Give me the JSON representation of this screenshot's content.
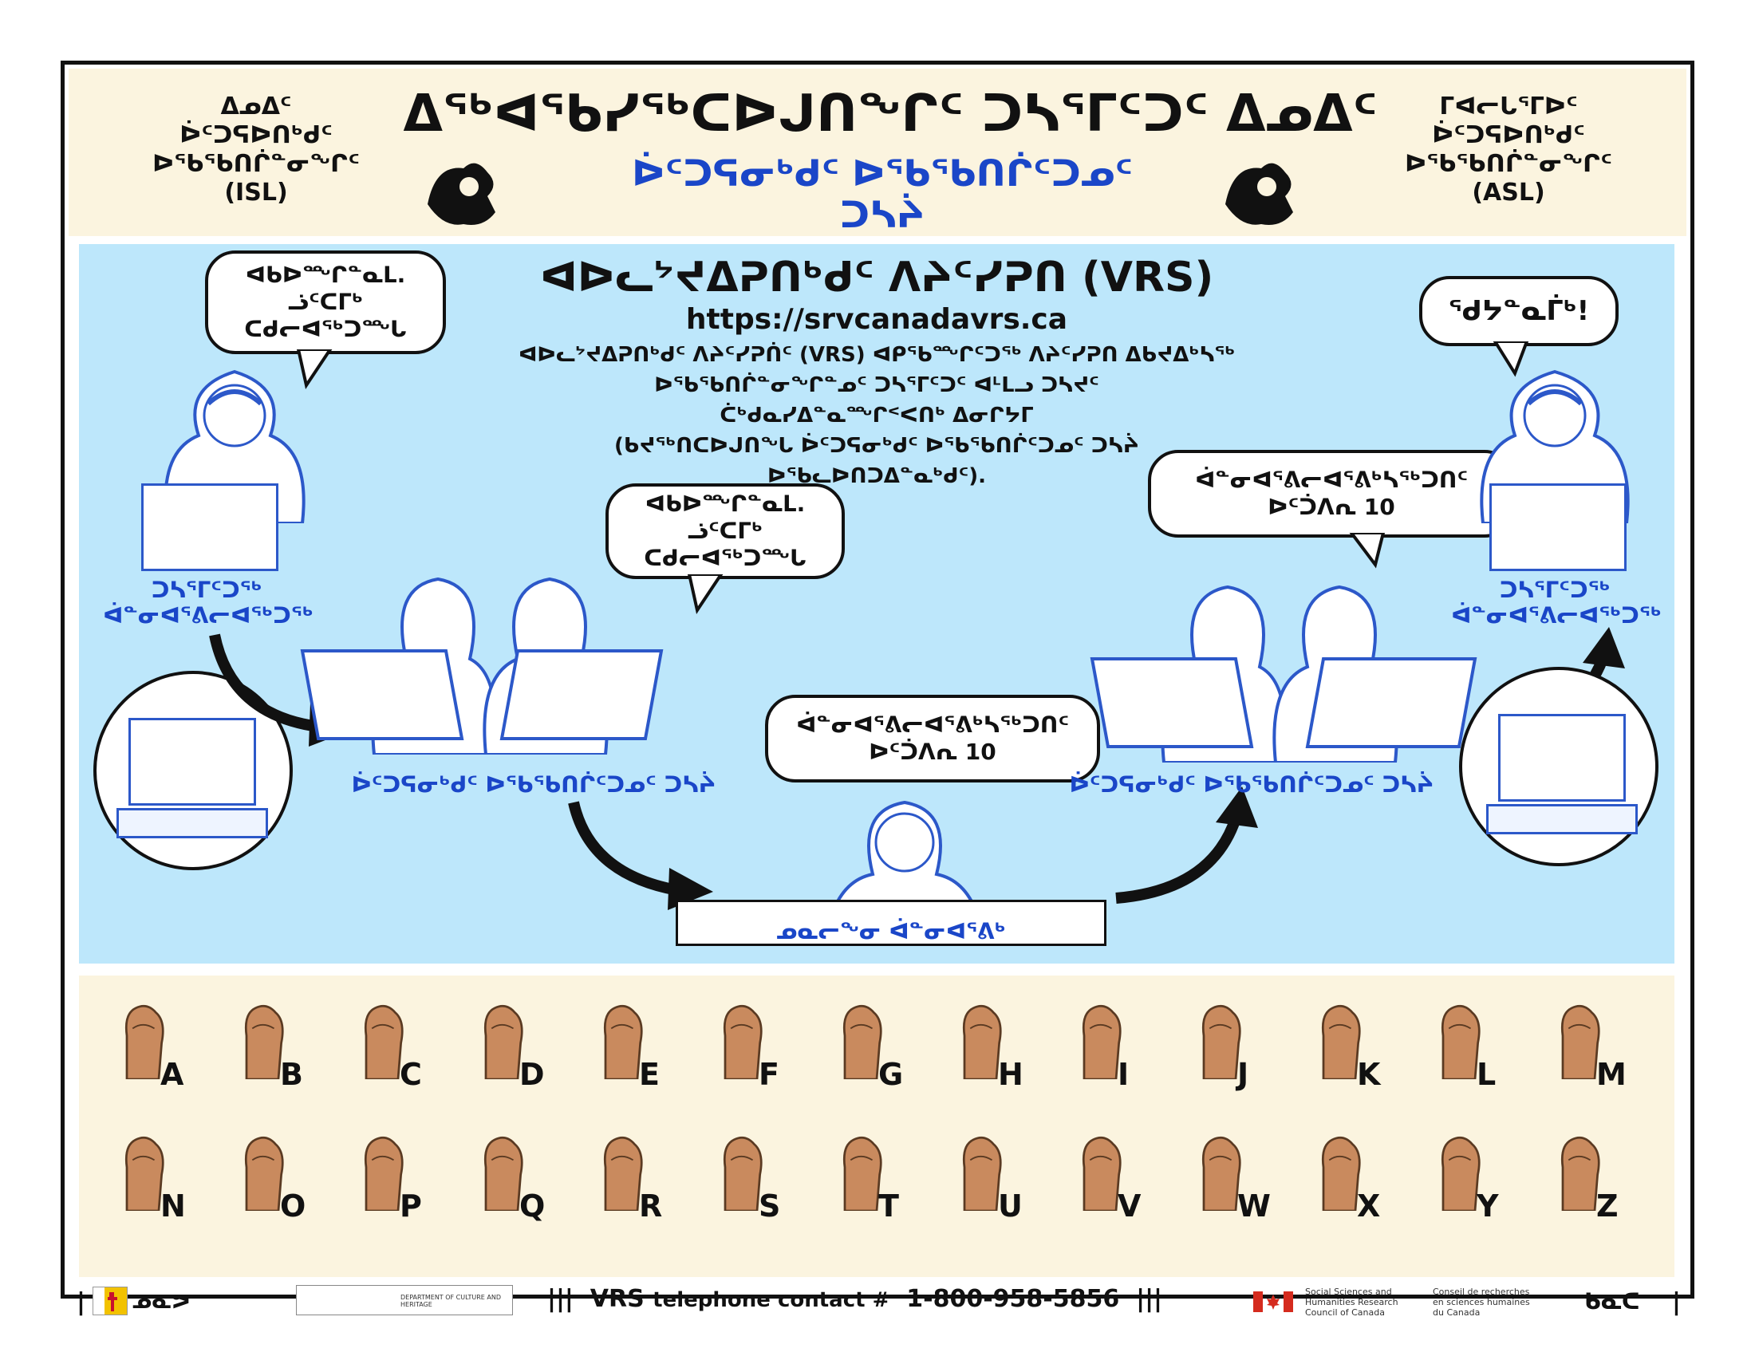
{
  "header": {
    "left_text": [
      "ᐃᓄᐃᑦ",
      "ᐆᑦᑐᕋᐅᑎᒃᑯᑦ",
      "ᐅᖃᖃᑎᒌᓐᓂᖏᑦ",
      "(ISL)"
    ],
    "right_text": [
      "ᒥᐊᓕᒐᕐᒥᐅᑦ",
      "ᐆᑦᑐᕋᐅᑎᒃᑯᑦ",
      "ᐅᖃᖃᑎᒌᓐᓂᖏᑦ",
      "(ASL)"
    ],
    "title": "ᐃᖅᐊᖃᓯᖅᑕᐅᒍᑎᖏᑦ ᑐᓴᕐᒥᑦᑐᑦ ᐃᓄᐃᑦ",
    "subtitle_line1": "ᐆᑦᑐᕋᓂᒃᑯᑦ ᐅᖃᖃᑎᒌᑦᑐᓄᑦ",
    "subtitle_line2": "ᑐᓴᔩ"
  },
  "vrs": {
    "title": "ᐊᐅᓚᔾᔪᐃᕈᑎᒃᑯᑦ ᐱᔨᑦᓯᕈᑎ (VRS)",
    "url": "https://srvcanadavrs.ca",
    "description": [
      "ᐊᐅᓚᔾᔪᐃᕈᑎᒃᑯᑦ ᐱᔨᑦᓯᕈᑏᑦ (VRS) ᐊᑭᖃᙱᑦᑐᖅ ᐱᔨᑦᓯᕈᑎ ᐃᑲᔪᐃᒃᓴᖅ",
      "ᐅᖃᖃᑎᒌᓐᓂᖏᓐᓄᑦ ᑐᓴᕐᒥᑦᑐᑦ ᐊᒻᒪᓗ ᑐᓴᔪᑦ",
      "ᑖᒃᑯᓇᓯᐃᓐᓇᙱᑉᐸᑎᒃ ᐃᓂᒋᔭᒥ",
      "(ᑲᔪᖅᑎᑕᐅᒍᑎᖓ ᐆᑦᑐᕋᓂᒃᑯᑦ ᐅᖃᖃᑎᒌᑦᑐᓄᑦ ᑐᓴᔩ",
      "ᐅᖃᓚᐅᑎᑐᐃᓐᓇᒃᑯᑦ)."
    ],
    "bubble_left": [
      "ᐊᑲᐅᙱᓐᓇᒪ.",
      "ᓘᑦᑕᒥᒃ",
      "ᑕᑯᓕᐊᖅᑐᙵ"
    ],
    "bubble_mid": [
      "ᐊᑲᐅᙱᓐᓇᒪ.",
      "ᓘᑦᑕᒥᒃ",
      "ᑕᑯᓕᐊᖅᑐᙵ"
    ],
    "bubble_right": "ᖁᔭᓐᓇᒦᒃ!",
    "bubble_right_mid": [
      "ᐋᓐᓂᐊᕐᕕᓕᐊᕐᕕᒃᓴᖅᑐᑎᑦ",
      "ᐅᑦᑑᐱᕆ 10"
    ],
    "bubble_center": [
      "ᐋᓐᓂᐊᕐᕕᓕᐊᕐᕕᒃᓴᖅᑐᑎᑦ",
      "ᐅᑦᑑᐱᕆ 10"
    ],
    "label_deaf_left": [
      "ᑐᓴᕐᒥᑦᑐᖅ",
      "ᐋᓐᓂᐊᕐᕕᓕᐊᖅᑐᖅ"
    ],
    "label_deaf_right": [
      "ᑐᓴᕐᒥᑦᑐᖅ",
      "ᐋᓐᓂᐊᕐᕕᓕᐊᖅᑐᖅ"
    ],
    "label_interp_left": "ᐆᑦᑐᕋᓂᒃᑯᑦ ᐅᖃᖃᑎᒌᑦᑐᓄᑦ ᑐᓴᔩ",
    "label_interp_right": "ᐆᑦᑐᕋᓂᒃᑯᑦ ᐅᖃᖃᑎᒌᑦᑐᓄᑦ ᑐᓴᔩ",
    "label_nurse": "ᓄᓇᓕᖕᓂ ᐋᓐᓂᐊᕐᕕᒃ"
  },
  "alphabet_row1": [
    "A",
    "B",
    "C",
    "D",
    "E",
    "F",
    "G",
    "H",
    "I",
    "J",
    "K",
    "L",
    "M"
  ],
  "alphabet_row2": [
    "N",
    "O",
    "P",
    "Q",
    "R",
    "S",
    "T",
    "U",
    "V",
    "W",
    "X",
    "Y",
    "Z"
  ],
  "footer": {
    "nunavut": "ᓄᓇᕗ",
    "department": "DEPARTMENT OF CULTURE AND HERITAGE",
    "vrs_label": "VRS",
    "contact_label": "telephone contact #",
    "phone": "1-800-958-5856",
    "sshrc_en": [
      "Social Sciences and",
      "Humanities Research",
      "Council of Canada"
    ],
    "sshrc_fr": [
      "Conseil de recherches",
      "en sciences humaines",
      "du Canada"
    ],
    "canada": "ᑲᓇᑕ"
  },
  "colors": {
    "header_bg": "#fbf4df",
    "vrs_bg": "#bde7fb",
    "accent_blue": "#1a46c8",
    "skin": "#c98a5e"
  }
}
